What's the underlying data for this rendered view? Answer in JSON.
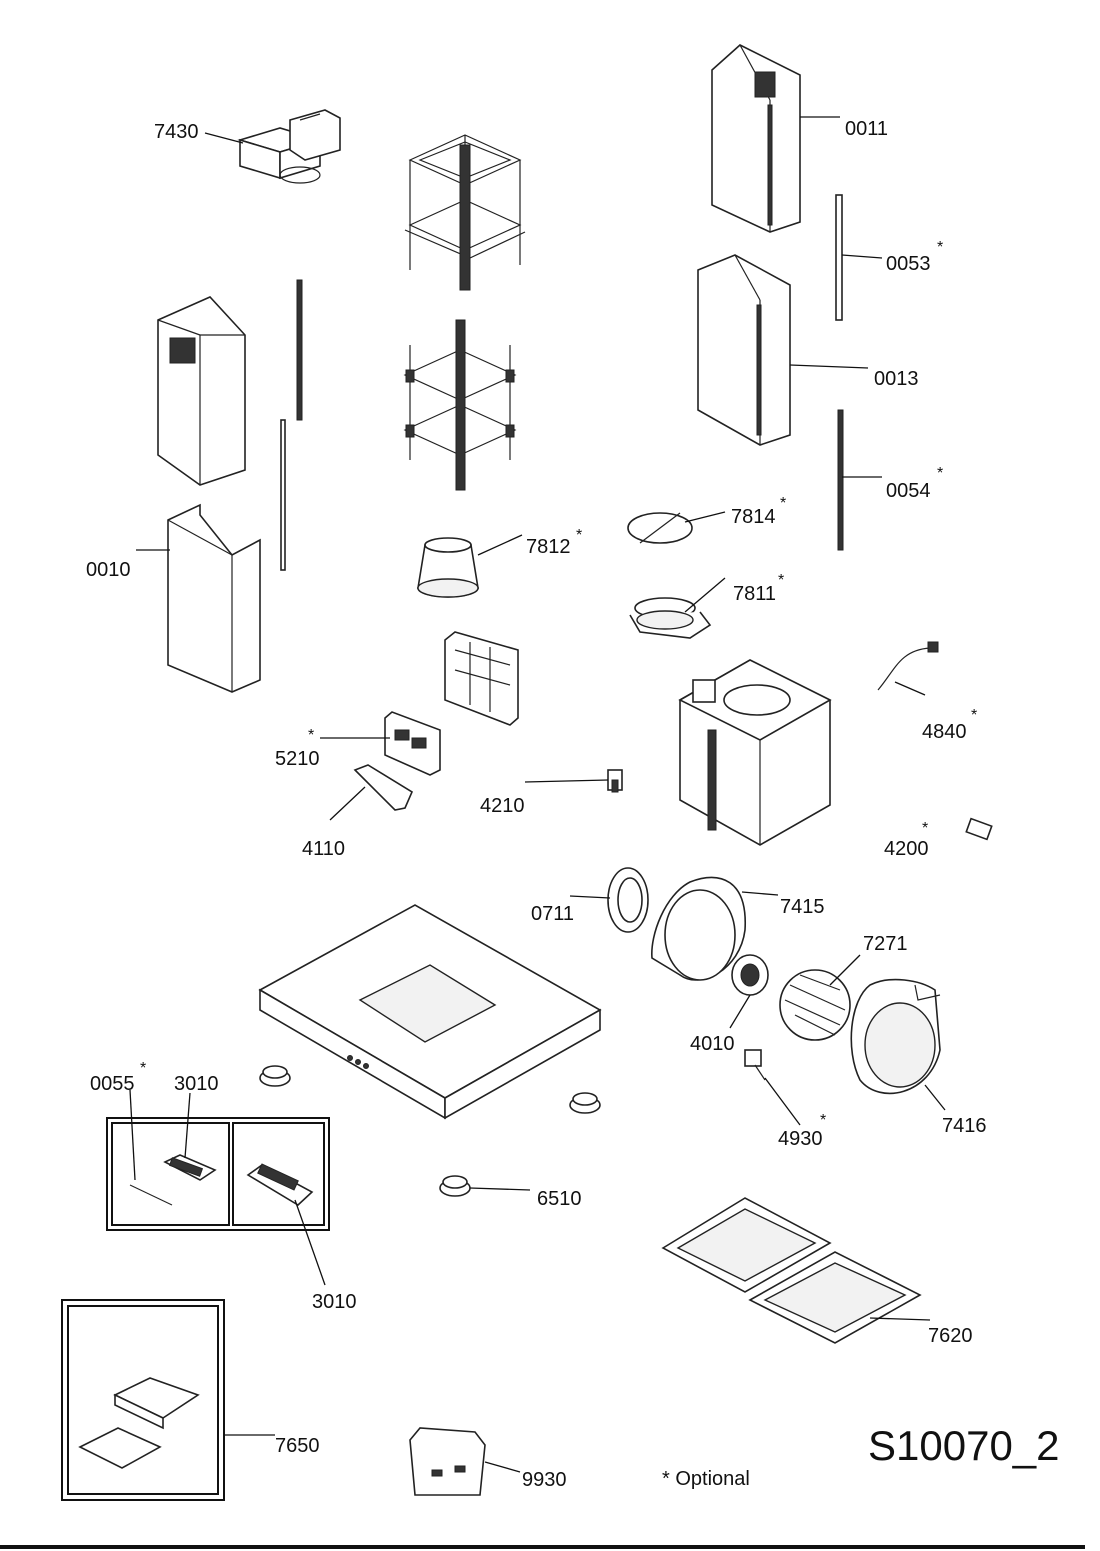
{
  "diagram_code": "S10070_2",
  "optional_note": "* Optional",
  "labels": [
    {
      "id": "7430",
      "text": "7430",
      "optional": false
    },
    {
      "id": "0011",
      "text": "0011",
      "optional": false
    },
    {
      "id": "0053",
      "text": "0053",
      "optional": true
    },
    {
      "id": "0013",
      "text": "0013",
      "optional": false
    },
    {
      "id": "0054",
      "text": "0054",
      "optional": true
    },
    {
      "id": "0010",
      "text": "0010",
      "optional": false
    },
    {
      "id": "7812",
      "text": "7812",
      "optional": true
    },
    {
      "id": "7814",
      "text": "7814",
      "optional": true
    },
    {
      "id": "7811",
      "text": "7811",
      "optional": true
    },
    {
      "id": "4840",
      "text": "4840",
      "optional": true
    },
    {
      "id": "5210",
      "text": "5210",
      "optional": true
    },
    {
      "id": "4110",
      "text": "4110",
      "optional": false
    },
    {
      "id": "4210",
      "text": "4210",
      "optional": false
    },
    {
      "id": "4200",
      "text": "4200",
      "optional": true
    },
    {
      "id": "0711",
      "text": "0711",
      "optional": false
    },
    {
      "id": "7415",
      "text": "7415",
      "optional": false
    },
    {
      "id": "7271",
      "text": "7271",
      "optional": false
    },
    {
      "id": "4010",
      "text": "4010",
      "optional": false
    },
    {
      "id": "0055",
      "text": "0055",
      "optional": true
    },
    {
      "id": "3010a",
      "text": "3010",
      "optional": false
    },
    {
      "id": "4930",
      "text": "4930",
      "optional": true
    },
    {
      "id": "7416",
      "text": "7416",
      "optional": false
    },
    {
      "id": "6510",
      "text": "6510",
      "optional": false
    },
    {
      "id": "3010b",
      "text": "3010",
      "optional": false
    },
    {
      "id": "7620",
      "text": "7620",
      "optional": false
    },
    {
      "id": "7650",
      "text": "7650",
      "optional": false
    },
    {
      "id": "9930",
      "text": "9930",
      "optional": false
    }
  ],
  "optional_mark": "*"
}
